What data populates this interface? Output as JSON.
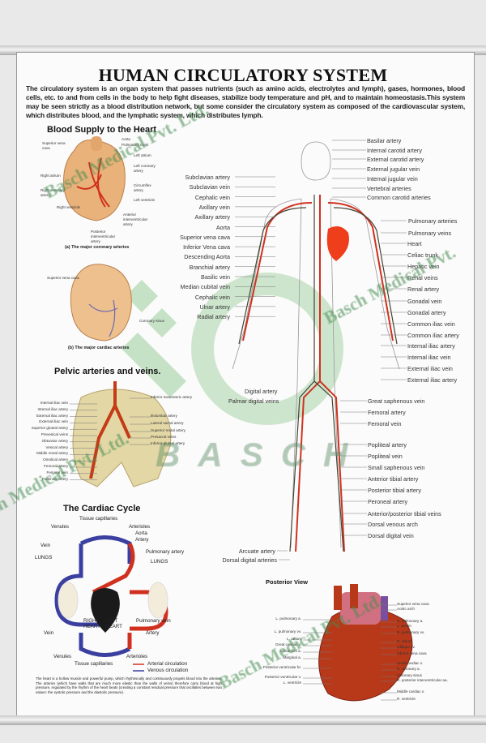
{
  "title": "HUMAN CIRCULATORY SYSTEM",
  "intro": "The circulatory system is an organ system that passes nutrients (such as amino acids, electrolytes and lymph), gases, hormones, blood cells, etc. to and from cells in the body to help fight diseases, stabilize body temperature and pH, and to maintain homeostasis.This system may be seen strictly as a blood distribution network, but some consider the circulatory system as composed of the cardiovascular system, which distributes blood, and the lymphatic system, which distributes lymph.",
  "blood_supply": {
    "heading": "Blood Supply to the Heart",
    "labels_a": [
      "Superior vena cava",
      "Aorta",
      "Pulmonary trunk",
      "Left atrium",
      "Left coronary artery",
      "Right atrium",
      "Circumflex artery",
      "Right coronary artery",
      "Left ventricle",
      "Right ventricle",
      "Anterior interventricular artery",
      "Posterior interventricular artery"
    ],
    "caption_a": "(a) The major coronary arteries",
    "labels_b": [
      "Superior vena cava",
      "Coronary sinus"
    ],
    "caption_b": "(b) The major cardiac arteries"
  },
  "pelvic": {
    "heading": "Pelvic arteries and veins.",
    "left_labels": [
      "Internal iliac vein",
      "Internal iliac artery",
      "External iliac artery",
      "External iliac vein",
      "Superior gluteal artery",
      "Prevesical veins",
      "Obturator artery",
      "Vesical artery",
      "Middle rectal artery",
      "Omolical artery",
      "Femoral artery",
      "Femoral vein",
      "Pudendal artery"
    ],
    "right_labels": [
      "Inferior mesenteric artery",
      "Iliolumbar artery",
      "Lateral sacral artery",
      "Superior rectal artery",
      "Presacral veins",
      "Inferior gluteal artery"
    ]
  },
  "cardiac_cycle": {
    "heading": "The Cardiac Cycle",
    "labels": {
      "tissue_top": "Tissue capillaries",
      "venules_top": "Venules",
      "arterioles_top": "Arterioles",
      "aorta": "Aorta",
      "artery_top": "Artery",
      "vein_top": "Vein",
      "lungs_left": "LUNGS",
      "pulmonary_artery": "Pulmonary artery",
      "lungs_right": "LUNGS",
      "right_heart": "RIGHT HEART",
      "left_heart": "LEFT HEART",
      "pulmonary_vein": "Pulmonary vein",
      "vein_bottom": "Vein",
      "artery_bottom": "Artery",
      "venules_bottom": "Venules",
      "arterioles_bottom": "Arterioles",
      "tissue_bottom": "Tissue capillaries"
    },
    "legend": [
      {
        "label": "Arterial circulation",
        "color": "#d0311f"
      },
      {
        "label": "Venous circulation",
        "color": "#3a3fa0"
      }
    ],
    "paragraph": "The heart is a hollow muscle and powerful pump, which rhythmically and continuously propels blood into the arteries. The arteries (which have walls that are much more elastic than the walls of veins) therefore carry blood at high pressure, regulated by the rhythm of the heart beats (creating a constant residual pressure that oscillates between two values: the systolic pressure and the diastolic pressure)."
  },
  "body": {
    "left_labels": [
      "Subclavian artery",
      "Subclavian vein",
      "Cephalic vein",
      "Axillary vein",
      "Axillary artery",
      "Aorta",
      "Superior vena cava",
      "Inferior Vena cava",
      "Descending Aorta",
      "Branchial artery",
      "Basilic vein",
      "Median cubital vein",
      "Cephalic vein",
      "Ulnar artery",
      "Radial artery"
    ],
    "hand_labels": [
      "Digital artery",
      "Palmar digital veins"
    ],
    "right_labels": [
      "Basilar artery",
      "Internal carotid artery",
      "External carotid artery",
      "External jugular vein",
      "Internal jugular vein",
      "Vertebral arteries",
      "Common carotid arteries",
      "Pulmonary arteries",
      "Pulmonary veins",
      "Heart",
      "Celiac trunk",
      "Hepatic vein",
      "Renal veins",
      "Renal artery",
      "Gonadal vein",
      "Gonadal artery",
      "Common iliac vein",
      "Common iliac artery",
      "Internal iliac artery",
      "Internal iliac vein",
      "External iliac vein",
      "External iliac artery"
    ],
    "leg_labels": [
      "Great saphenous vein",
      "Femoral artery",
      "Femoral vein",
      "Popliteal artery",
      "Popliteal vein",
      "Small saphenous vein",
      "Anterior tibial artery",
      "Posterior tibial artery",
      "Peroneal artery",
      "Anterior/posterior tibial veins",
      "Dorsal venous arch",
      "Dorsal digital vein"
    ],
    "foot_labels": [
      "Arcuate artery",
      "Dorsal digital arteries"
    ]
  },
  "posterior": {
    "heading": "Posterior View",
    "left_labels": [
      "L. pulmonary a.",
      "L. pulmonary vv.",
      "L. atrium",
      "Great cardiac v.",
      "Circumflex a.",
      "Marginal a.",
      "Posterior ventricular br.",
      "Posterior ventricular v.",
      "L. ventricle"
    ],
    "right_labels": [
      "Superior vena cava",
      "Aortic arch",
      "R. pulmonary a.",
      "L. atrium",
      "R. pulmonary vv.",
      "R. atrium",
      "Oblique vv.",
      "Inferior vena cava",
      "Small cardiac v.",
      "R. coronary a.",
      "Coronary sinus",
      "R. posterior interventricular aa.",
      "Middle cardiac v.",
      "R. ventricle"
    ]
  },
  "watermark": {
    "text": "Basch Medical Pvt. Ltd.",
    "logo_text": "BASCH"
  },
  "colors": {
    "artery": "#d0311f",
    "vein": "#3a3fa0",
    "watermark": "#5a9a5e"
  }
}
